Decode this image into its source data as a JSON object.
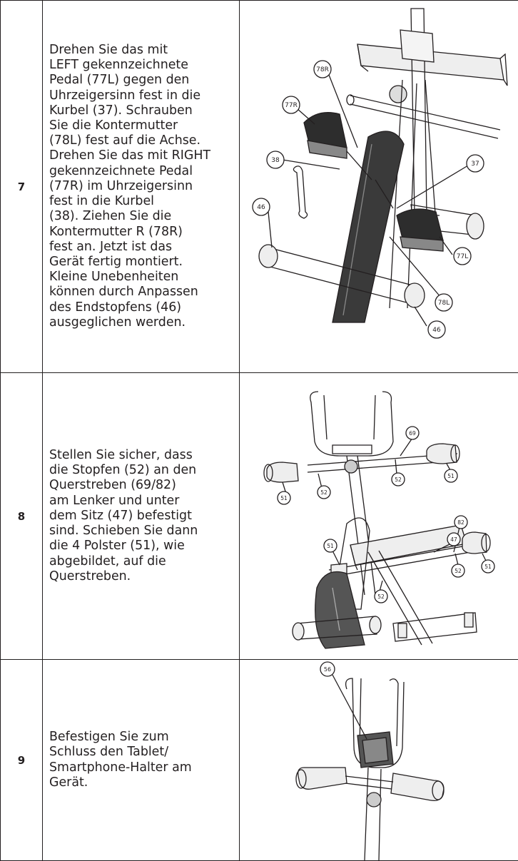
{
  "steps": [
    {
      "number": "7",
      "text": "Drehen Sie das mit\nLEFT gekennzeichnete\nPedal (77L) gegen den\nUhrzeigersinn fest in die\nKurbel (37). Schrauben\nSie die Kontermutter\n(78L) fest auf die Achse.\nDrehen Sie das mit RIGHT\ngekennzeichnete Pedal\n(77R) im Uhrzeigersinn\nfest in die Kurbel\n(38). Ziehen Sie die\nKontermutter R (78R)\nfest an. Jetzt ist das\nGerät fertig montiert.\nKleine Unebenheiten\nkönnen durch Anpassen\ndes Endstopfens (46)\nausgeglichen werden.",
      "callouts": [
        "78R",
        "77R",
        "38",
        "37",
        "46",
        "77L",
        "78L",
        "46"
      ]
    },
    {
      "number": "8",
      "text": "Stellen Sie sicher, dass\ndie Stopfen (52) an den\nQuerstreben (69/82)\nam Lenker und unter\ndem Sitz (47) befestigt\nsind. Schieben Sie dann\ndie 4 Polster (51), wie\nabgebildet, auf die\nQuerstreben.",
      "callouts": [
        "69",
        "51",
        "52",
        "52",
        "51",
        "82",
        "47",
        "51",
        "52",
        "52",
        "51"
      ]
    },
    {
      "number": "9",
      "text": "Befestigen Sie zum\nSchluss den Tablet/\nSmartphone-Halter am\nGerät.",
      "callouts": [
        "56"
      ]
    }
  ]
}
